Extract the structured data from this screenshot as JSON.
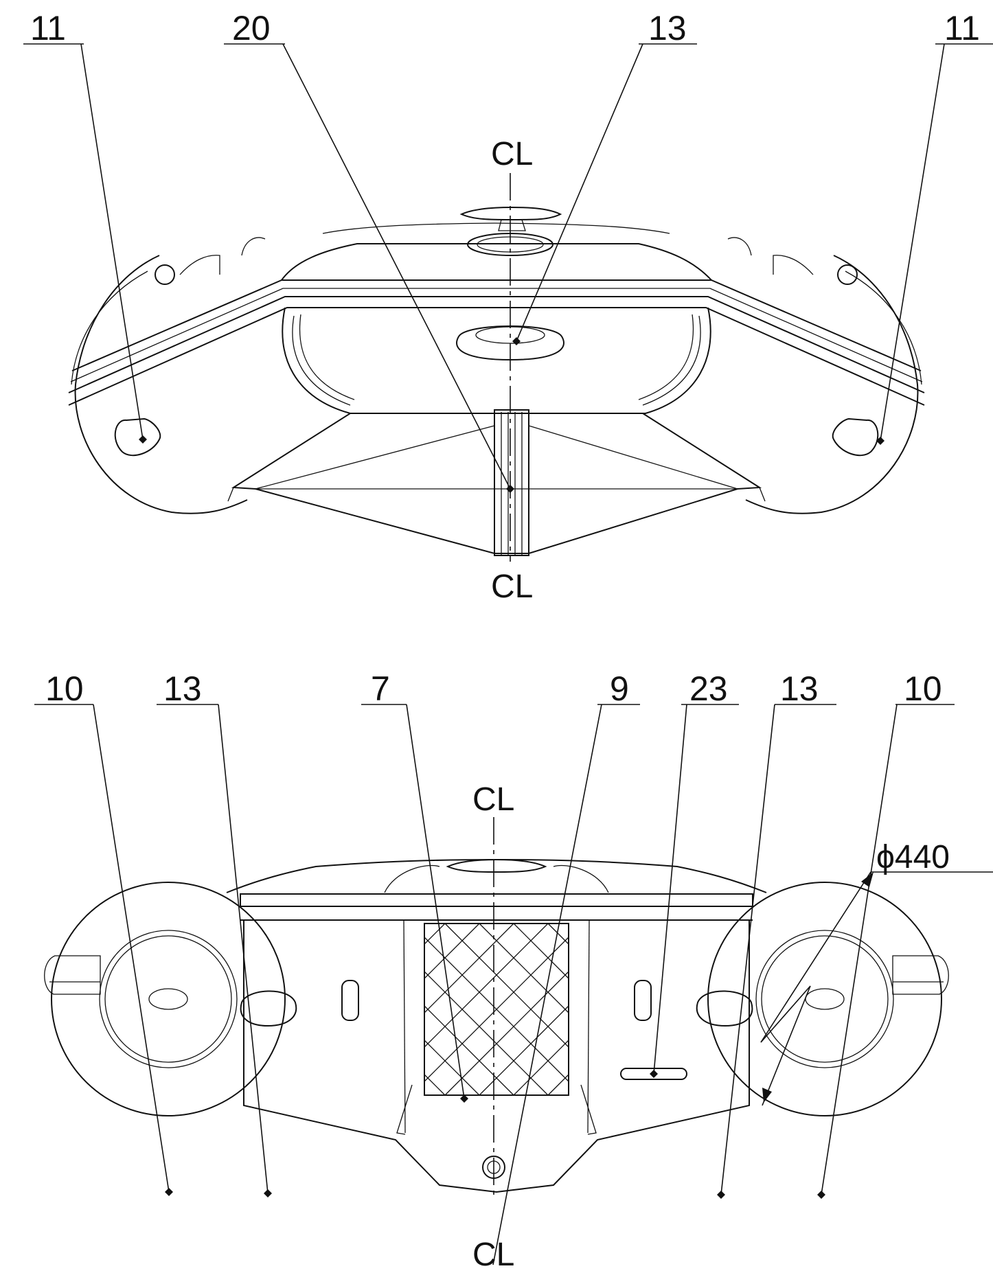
{
  "views": {
    "front": {
      "callouts": [
        "11",
        "20",
        "13",
        "11"
      ],
      "centerline_top": "CL",
      "centerline_bottom": "CL"
    },
    "rear": {
      "callouts": [
        "10",
        "13",
        "7",
        "9",
        "23",
        "13",
        "10"
      ],
      "centerline_top": "CL",
      "centerline_bottom": "CL",
      "dimension": "ϕ440"
    }
  },
  "colors": {
    "line": "#111111",
    "background": "#ffffff"
  }
}
